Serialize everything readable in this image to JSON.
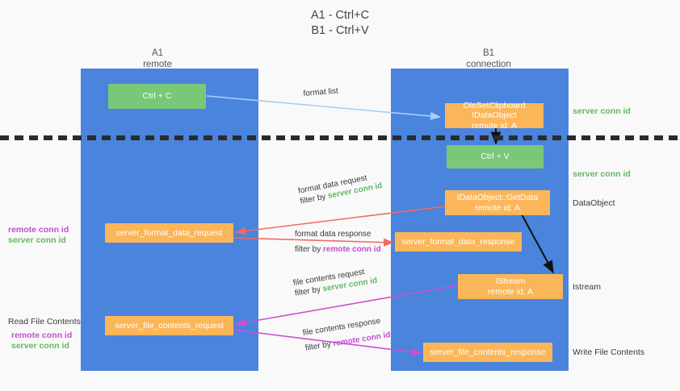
{
  "title": "A1 - Ctrl+C\nB1 - Ctrl+V",
  "lanes": [
    {
      "id": "a1",
      "header": "A1\nremote"
    },
    {
      "id": "b1",
      "header": "B1\nconnection"
    }
  ],
  "boxes": {
    "ctrl_c": {
      "line1": "Ctrl + C",
      "color": "#78c878"
    },
    "ctrl_v": {
      "line1": "Ctrl + V",
      "color": "#78c878"
    },
    "data_object": {
      "line1": "OleSetClipboard IDataObject",
      "line2": "remote id: A",
      "color": "#fcb65a"
    },
    "get_data": {
      "line1": "IDataObject::GetData",
      "line2": "remote id: A",
      "color": "#fcb65a"
    },
    "istream": {
      "line1": "IStream",
      "line2": "remote id: A",
      "color": "#fcb65a"
    },
    "fmt_req": {
      "line1": "server_format_data_request",
      "color": "#fcb65a"
    },
    "fmt_resp": {
      "line1": "server_format_data_response",
      "color": "#fcb65a"
    },
    "file_req": {
      "line1": "server_file_contents_request",
      "color": "#fcb65a"
    },
    "file_resp": {
      "line1": "server_file_contents_response",
      "color": "#fcb65a"
    }
  },
  "right_notes": {
    "server_conn_1": "server conn id",
    "server_conn_2": "server conn id",
    "data_object": "DataObject",
    "istream": "Istream",
    "write_file": "Write File Contents"
  },
  "left_notes": {
    "remote_conn_1": "remote conn id",
    "server_conn_1": "server conn id",
    "read_file": "Read File Contents",
    "remote_conn_2": "remote conn id",
    "server_conn_2": "server conn id"
  },
  "arrow_labels": {
    "format_list": "format list",
    "format_data_request": "format data request",
    "format_data_request_filter_prefix": "filter by ",
    "format_data_request_filter_key": "server conn id",
    "format_data_response": "format data response",
    "format_data_response_filter_prefix": "filter by ",
    "format_data_response_filter_key": "remote conn id",
    "file_contents_request": "file contents request",
    "file_contents_request_filter_prefix": "filter by ",
    "file_contents_request_filter_key": "server conn id",
    "file_contents_response": "file contents response",
    "file_contents_response_filter_prefix": "filter by ",
    "file_contents_response_filter_key": "remote conn id"
  },
  "colors": {
    "lane": "#4a84dc",
    "green_box": "#78c878",
    "orange_box": "#fcb65a",
    "server_conn": "#63b863",
    "remote_conn": "#c04fd0",
    "arrow_blue": "#a8d0f0",
    "arrow_red": "#ef6b62",
    "arrow_magenta": "#d04fd0",
    "arrow_black": "#111111",
    "divider": "#2b2b2b"
  }
}
